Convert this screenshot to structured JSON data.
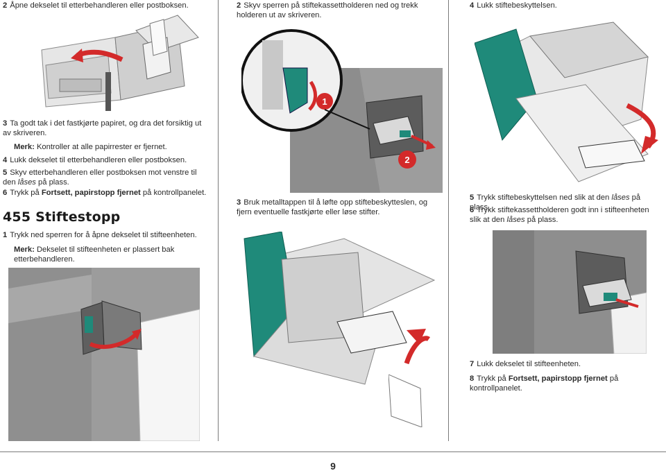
{
  "left": {
    "step2": {
      "num": "2",
      "text": "Åpne dekselet til etterbehandleren eller postboksen."
    },
    "step3": {
      "num": "3",
      "text": "Ta godt tak i det fastkjørte papiret, og dra det forsiktig ut av skriveren."
    },
    "note1": {
      "label": "Merk:",
      "text": " Kontroller at alle papirrester er fjernet."
    },
    "step4": {
      "num": "4",
      "text": "Lukk dekselet til etterbehandleren eller postboksen."
    },
    "step5": {
      "num": "5",
      "text_a": "Skyv etterbehandleren eller postboksen mot venstre til den ",
      "em": "låses",
      "text_b": " på plass."
    },
    "step6": {
      "num": "6",
      "text_a": "Trykk på ",
      "strong": "Fortsett, papirstopp fjernet",
      "text_b": " på kontrollpanelet."
    },
    "heading": "455 Stiftestopp",
    "step1": {
      "num": "1",
      "text": "Trykk ned sperren for å åpne dekselet til stifteenheten."
    },
    "note2": {
      "label": "Merk:",
      "text": " Dekselet til stifteenheten er plassert bak etterbehandleren."
    }
  },
  "middle": {
    "step2": {
      "num": "2",
      "text": "Skyv sperren på stiftekassettholderen ned og trekk holderen ut av skriveren."
    },
    "callout1": "1",
    "callout2": "2",
    "step3": {
      "num": "3",
      "text": "Bruk metalltappen til å løfte opp stiftebeskytteslen, og fjern eventuelle fastkjørte eller løse stifter."
    }
  },
  "right": {
    "step4": {
      "num": "4",
      "text": "Lukk stiftebeskyttelsen."
    },
    "step5": {
      "num": "5",
      "text_a": "Trykk stiftebeskyttelsen ned slik at den ",
      "em": "låses",
      "text_b": " på plass."
    },
    "step6": {
      "num": "6",
      "text_a": "Trykk stiftekassettholderen godt inn i stifteenheten slik at den ",
      "em": "låses",
      "text_b": " på plass."
    },
    "step7": {
      "num": "7",
      "text": "Lukk dekselet til stifteenheten."
    },
    "step8": {
      "num": "8",
      "text_a": "Trykk på ",
      "strong": "Fortsett, papirstopp fjernet",
      "text_b": " på kontrollpanelet."
    }
  },
  "page_number": "9",
  "colors": {
    "teal": "#1f8a7a",
    "arrow_red": "#d32a2a",
    "gray_dark": "#6b6b6b",
    "gray_mid": "#9a9a9a",
    "gray_light": "#d8d8d8"
  }
}
